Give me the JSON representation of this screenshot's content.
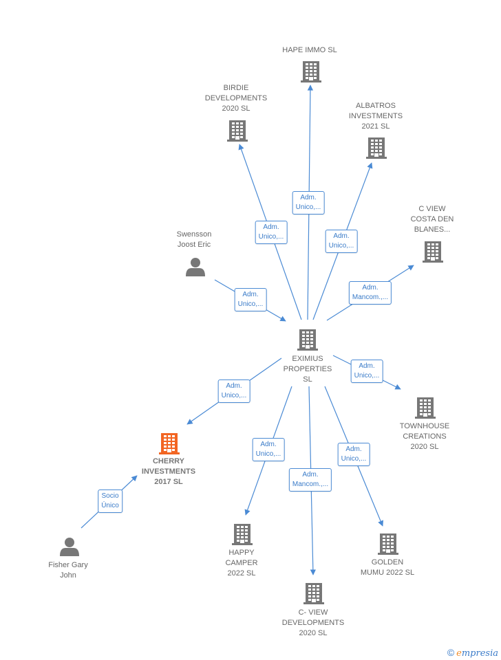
{
  "colors": {
    "edge": "#4a8ad4",
    "company_icon": "#777777",
    "highlight_icon": "#f26522",
    "person_icon": "#777777"
  },
  "nodes": [
    {
      "id": "hape",
      "type": "company",
      "lines": [
        "HAPE IMMO  SL"
      ]
    },
    {
      "id": "birdie",
      "type": "company",
      "lines": [
        "BIRDIE",
        "DEVELOPMENTS",
        "2020  SL"
      ]
    },
    {
      "id": "albatros",
      "type": "company",
      "lines": [
        "ALBATROS",
        "INVESTMENTS",
        "2021  SL"
      ]
    },
    {
      "id": "cview_costa",
      "type": "company",
      "lines": [
        "C VIEW",
        "COSTA DEN",
        "BLANES..."
      ]
    },
    {
      "id": "swensson",
      "type": "person",
      "lines": [
        "Swensson",
        "Joost Eric"
      ]
    },
    {
      "id": "eximius",
      "type": "company",
      "lines": [
        "EXIMIUS",
        "PROPERTIES",
        "SL"
      ]
    },
    {
      "id": "townhouse",
      "type": "company",
      "lines": [
        "TOWNHOUSE",
        "CREATIONS",
        "2020  SL"
      ]
    },
    {
      "id": "cherry",
      "type": "highlight",
      "lines": [
        "CHERRY",
        "INVESTMENTS",
        "2017  SL"
      ]
    },
    {
      "id": "happy",
      "type": "company",
      "lines": [
        "HAPPY",
        "CAMPER",
        "2022  SL"
      ]
    },
    {
      "id": "golden",
      "type": "company",
      "lines": [
        "GOLDEN",
        "MUMU 2022  SL"
      ]
    },
    {
      "id": "cview_dev",
      "type": "company",
      "lines": [
        "C-  VIEW",
        "DEVELOPMENTS",
        "2020  SL"
      ]
    },
    {
      "id": "fisher",
      "type": "person",
      "lines": [
        "Fisher Gary",
        "John"
      ]
    }
  ],
  "edges": [
    {
      "from": "eximius",
      "to": "hape",
      "label": [
        "Adm.",
        "Unico,..."
      ]
    },
    {
      "from": "eximius",
      "to": "birdie",
      "label": [
        "Adm.",
        "Unico,..."
      ]
    },
    {
      "from": "eximius",
      "to": "albatros",
      "label": [
        "Adm.",
        "Unico,..."
      ]
    },
    {
      "from": "eximius",
      "to": "cview_costa",
      "label": [
        "Adm.",
        "Mancom.,..."
      ]
    },
    {
      "from": "swensson",
      "to": "eximius",
      "label": [
        "Adm.",
        "Unico,..."
      ]
    },
    {
      "from": "eximius",
      "to": "townhouse",
      "label": [
        "Adm.",
        "Unico,..."
      ]
    },
    {
      "from": "eximius",
      "to": "cherry",
      "label": [
        "Adm.",
        "Unico,..."
      ]
    },
    {
      "from": "eximius",
      "to": "happy",
      "label": [
        "Adm.",
        "Unico,..."
      ]
    },
    {
      "from": "eximius",
      "to": "golden",
      "label": [
        "Adm.",
        "Unico,..."
      ]
    },
    {
      "from": "eximius",
      "to": "cview_dev",
      "label": [
        "Adm.",
        "Mancom.,..."
      ]
    },
    {
      "from": "fisher",
      "to": "cherry",
      "label": [
        "Socio",
        "Único"
      ]
    }
  ],
  "brand": {
    "symbol": "©",
    "initial": "e",
    "rest": "mpresia"
  }
}
